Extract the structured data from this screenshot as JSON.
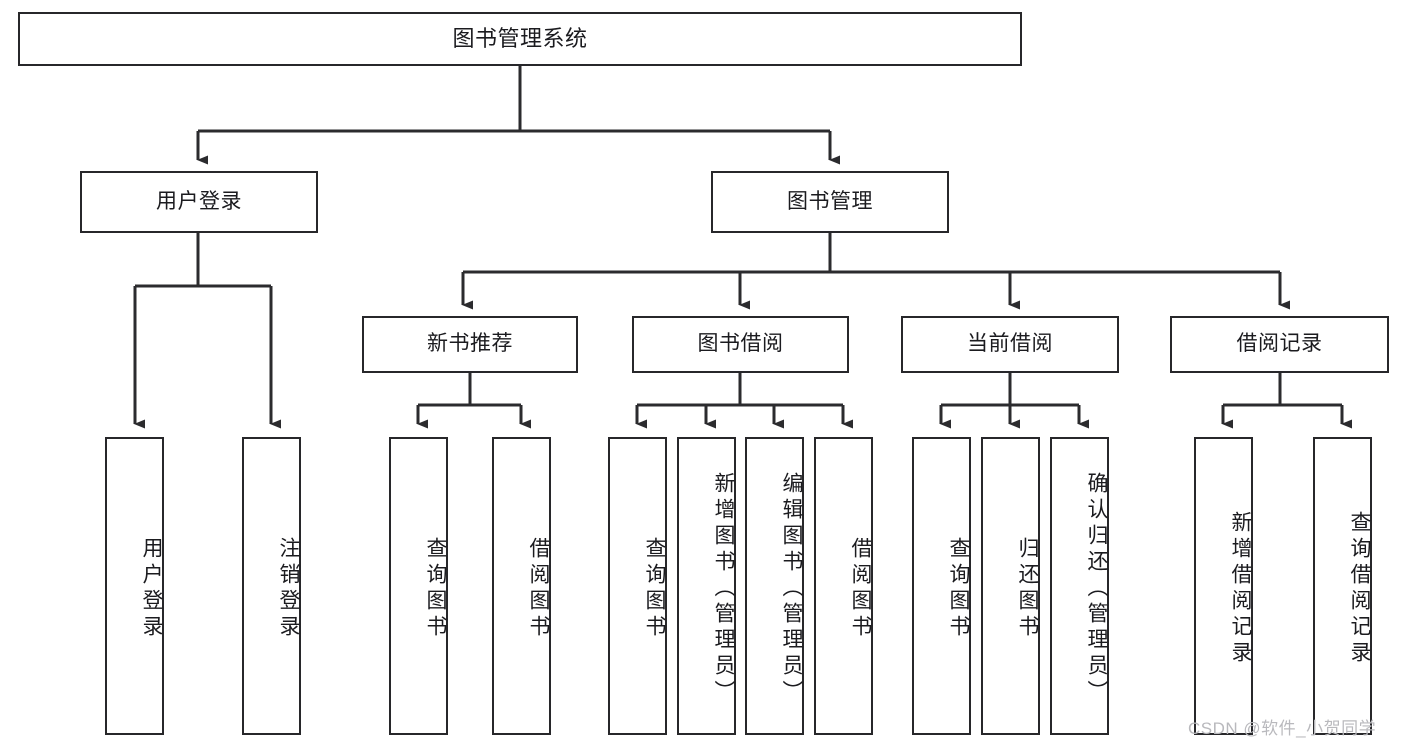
{
  "diagram": {
    "title": "图书管理系统",
    "type": "tree-hierarchy-diagram",
    "root": {
      "label": "图书管理系统"
    },
    "level1": [
      {
        "label": "用户登录"
      },
      {
        "label": "图书管理"
      }
    ],
    "level2": [
      {
        "label": "新书推荐"
      },
      {
        "label": "图书借阅"
      },
      {
        "label": "当前借阅"
      },
      {
        "label": "借阅记录"
      }
    ],
    "leaves": {
      "user_login": [
        {
          "label": "用户登录"
        },
        {
          "label": "注销登录"
        }
      ],
      "new_book_recommend": [
        {
          "label": "查询图书"
        },
        {
          "label": "借阅图书"
        }
      ],
      "book_borrow": [
        {
          "label": "查询图书"
        },
        {
          "label": "新增图书（管理员）"
        },
        {
          "label": "编辑图书（管理员）"
        },
        {
          "label": "借阅图书"
        }
      ],
      "current_borrow": [
        {
          "label": "查询图书"
        },
        {
          "label": "归还图书"
        },
        {
          "label": "确认归还（管理员）"
        }
      ],
      "borrow_record": [
        {
          "label": "新增借阅记录"
        },
        {
          "label": "查询借阅记录"
        }
      ]
    }
  },
  "watermark": {
    "text": "CSDN @软件_小贺同学"
  },
  "colors": {
    "box_border": "#27272a",
    "box_fill": "#ffffff",
    "connector": "#2b2b2e",
    "text": "#1b1b1f",
    "watermark": "#b9b9bd",
    "background": "#ffffff"
  }
}
